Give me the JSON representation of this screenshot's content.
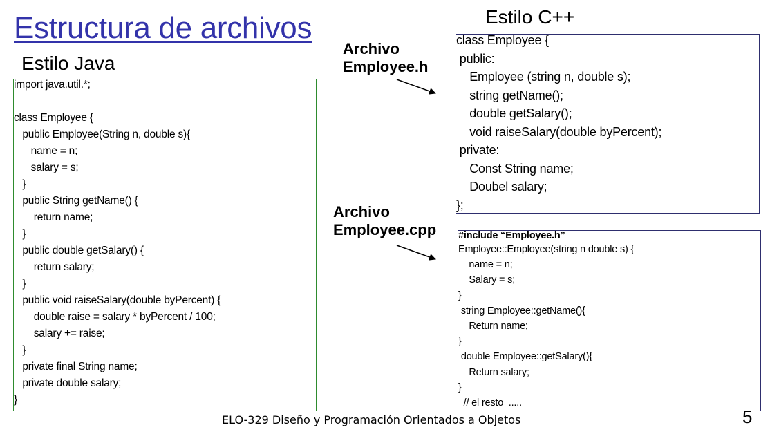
{
  "title": "Estructura de archivos",
  "java": {
    "heading": "Estilo Java",
    "lines": [
      "import java.util.*;",
      "",
      "class Employee {",
      "   public Employee(String n, double s){",
      "      name = n;",
      "      salary = s;",
      "   }",
      "   public String getName() {",
      "       return name;",
      "   }",
      "   public double getSalary() {",
      "       return salary;",
      "   }",
      "   public void raiseSalary(double byPercent) {",
      "       double raise = salary * byPercent / 100;",
      "       salary += raise;",
      "   }",
      "   private final String name;",
      "   private double salary;",
      "}"
    ]
  },
  "cpp": {
    "heading": "Estilo C++",
    "header_file": {
      "label_line1": "Archivo",
      "label_line2": "Employee.h",
      "lines": [
        "class Employee {",
        " public:",
        "    Employee (string n, double s);",
        "    string getName();",
        "    double getSalary();",
        "    void raiseSalary(double byPercent);",
        " private:",
        "    Const String name;",
        "    Doubel salary;",
        "};"
      ]
    },
    "source_file": {
      "label_line1": "Archivo",
      "label_line2": "Employee.cpp",
      "include_line": "#include “Employee.h”",
      "lines": [
        "Employee::Employee(string n double s) {",
        "    name = n;",
        "    Salary = s;",
        "}",
        " string Employee::getName(){",
        "    Return name;",
        "}",
        " double Employee::getSalary(){",
        "    Return salary;",
        "}",
        "  // el resto  ....."
      ]
    }
  },
  "footer": "ELO-329 Diseño y Programación Orientados a Objetos",
  "page_number": "5"
}
